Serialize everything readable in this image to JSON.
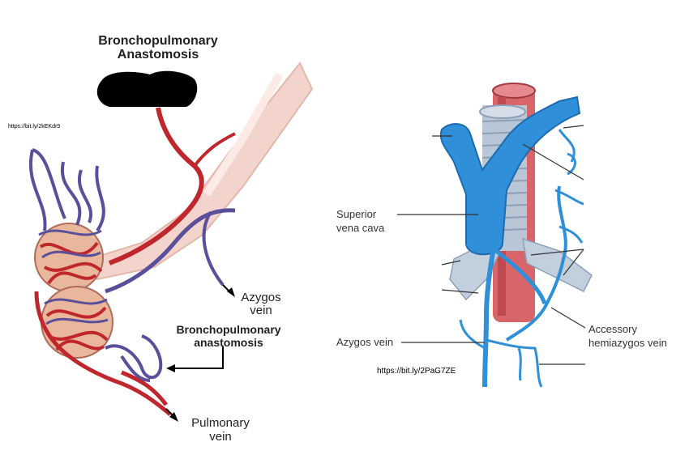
{
  "left_figure": {
    "title_line1": "Bronchopulmonary",
    "title_line2": "Anastomosis",
    "source_url": "https://bit.ly/2kEKdr9",
    "labels": {
      "azygos_line1": "Azygos",
      "azygos_line2": "vein",
      "anastomosis_line1": "Bronchopulmonary",
      "anastomosis_line2": "anastomosis",
      "pulmonary_line1": "Pulmonary",
      "pulmonary_line2": "vein"
    }
  },
  "right_figure": {
    "labels": {
      "svc_line1": "Superior",
      "svc_line2": "vena cava",
      "azygos": "Azygos vein",
      "accessory_line1": "Accessory",
      "accessory_line2": "hemiazygos vein"
    },
    "source_url": "https://bit.ly/2PaG7ZE"
  },
  "colors": {
    "artery_red": "#c0272d",
    "vein_purple": "#5a4f9a",
    "vein_blue": "#2f8fd8",
    "airway_pink": "#f2d4cc",
    "trachea_grey": "#b9c6d6"
  }
}
